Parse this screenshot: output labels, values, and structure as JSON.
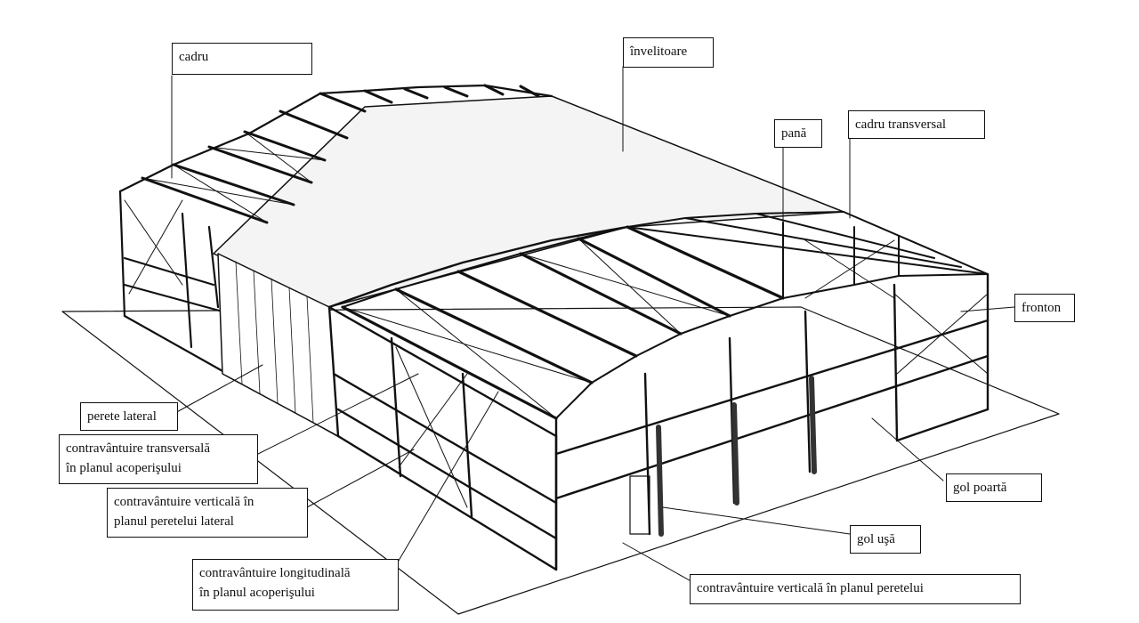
{
  "diagram": {
    "labels": {
      "cadru": "cadru",
      "invelitoare": "învelitoare",
      "pana": "pană",
      "cadru_transversal": "cadru transversal",
      "fronton": "fronton",
      "perete_lateral": "perete lateral",
      "contra_transversala_1": "contravântuire transversală",
      "contra_transversala_2": "în planul acoperişului",
      "contra_verticala_1": "contravântuire verticală în",
      "contra_verticala_2": "planul peretelui lateral",
      "contra_longitudinala_1": "contravântuire longitudinală",
      "contra_longitudinala_2": "în planul acoperişului",
      "gol_poarta": "gol poartă",
      "gol_usa": "gol uşă",
      "contra_verticala_perete": "contravântuire verticală în planul peretelui"
    },
    "colors": {
      "ink": "#111111",
      "paper": "#ffffff",
      "roof": "#f4f4f4"
    }
  }
}
